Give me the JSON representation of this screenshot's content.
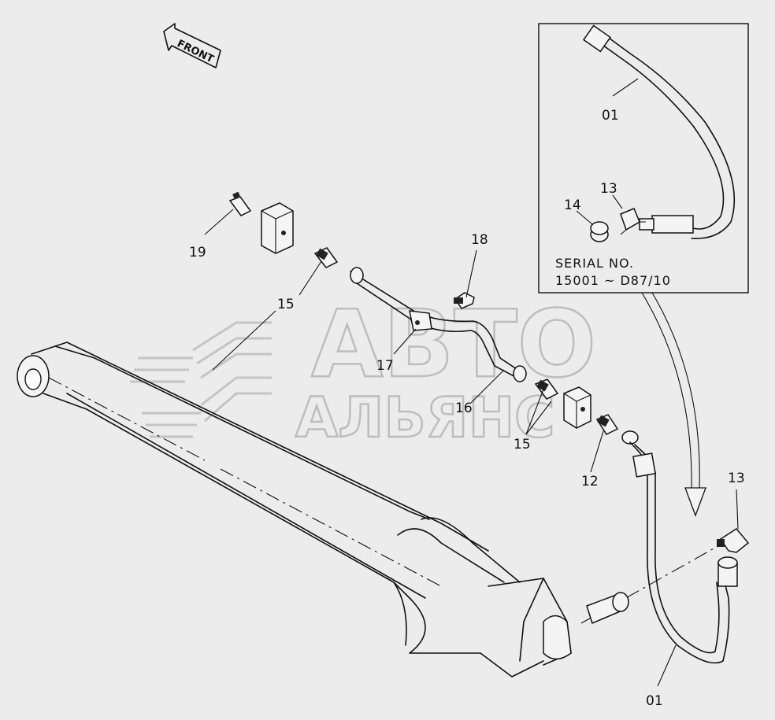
{
  "front_label": "FRONT",
  "watermark": {
    "line1": "АВТО",
    "line2": "АЛЬЯНС"
  },
  "inset": {
    "serial_line1": "SERIAL NO.",
    "serial_line2": "15001 ~ D87/10"
  },
  "callouts": {
    "c01_inset": "01",
    "c13_inset": "13",
    "c14": "14",
    "c19": "19",
    "c15_left": "15",
    "c18": "18",
    "c17": "17",
    "c16": "16",
    "c15_right": "15",
    "c12": "12",
    "c13_main": "13",
    "c01_main": "01"
  }
}
